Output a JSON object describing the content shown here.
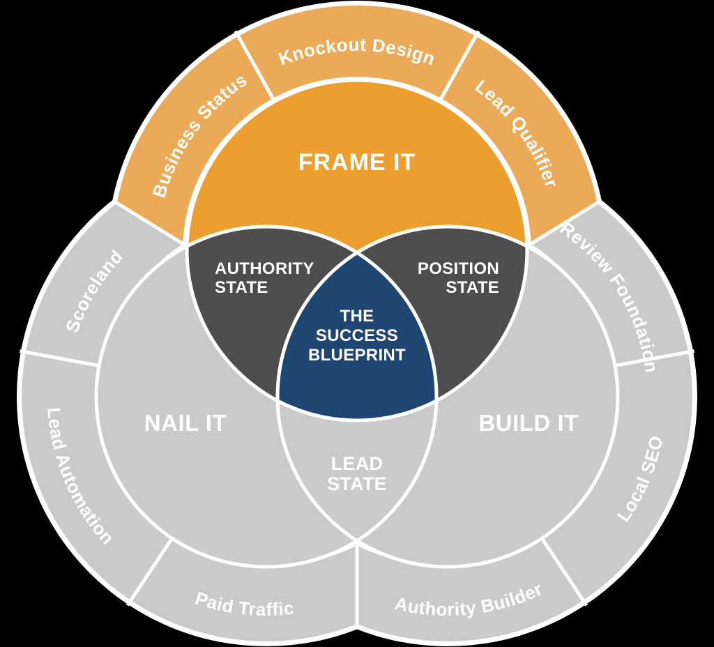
{
  "diagram": {
    "colors": {
      "frame_ring": "#EBAA58",
      "frame_circle": "#EC9E2E",
      "gray_ring": "#CACACA",
      "gray_circle": "#CACACA",
      "dark_lens": "#4D4D4D",
      "center_blue": "#1F4571",
      "outline_white": "#FFFFFF",
      "label_white": "#FFFFFF"
    },
    "circles": [
      {
        "label": "FRAME IT",
        "ring_segments": [
          "Business Status",
          "Knockout Design",
          "Lead Qualifier"
        ]
      },
      {
        "label": "NAIL IT",
        "ring_segments": [
          "Scoreland",
          "Lead Automation",
          "Paid Traffic"
        ]
      },
      {
        "label": "BUILD IT",
        "ring_segments": [
          "Review Foundation",
          "Local SEO",
          "Authority Builder"
        ]
      }
    ],
    "intersections": {
      "frame_nail": {
        "line1": "AUTHORITY",
        "line2": "STATE"
      },
      "frame_build": {
        "line1": "POSITION",
        "line2": "STATE"
      },
      "nail_build": {
        "line1": "LEAD",
        "line2": "STATE"
      },
      "center": {
        "line1": "THE",
        "line2": "SUCCESS",
        "line3": "BLUEPRINT"
      }
    }
  }
}
